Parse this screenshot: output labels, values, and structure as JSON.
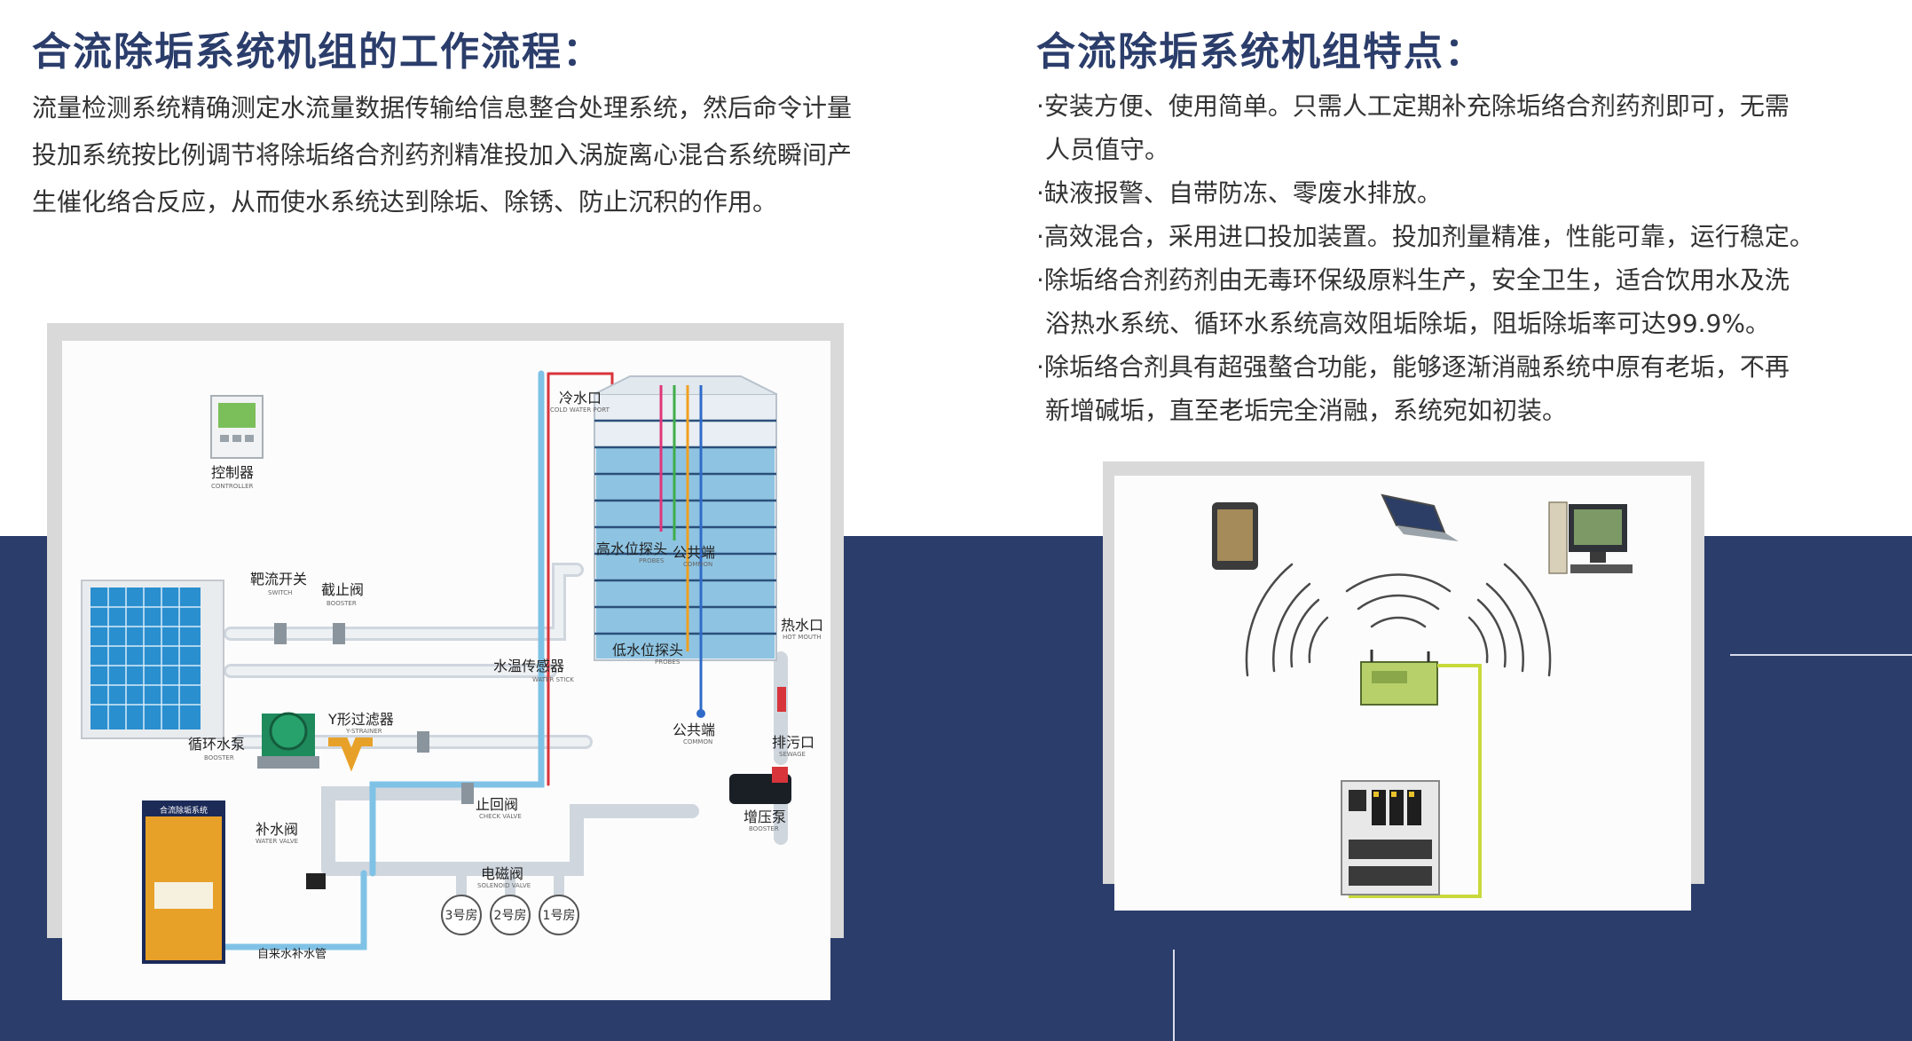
{
  "left": {
    "title": "合流除垢系统机组的工作流程：",
    "paragraph": [
      "流量检测系统精确测定水流量数据传输给信息整合处理系统，然后命令计量",
      "投加系统按比例调节将除垢络合剂药剂精准投加入涡旋离心混合系统瞬间产",
      "生催化络合反应，从而使水系统达到除垢、除锈、防止沉积的作用。"
    ]
  },
  "right": {
    "title": "合流除垢系统机组特点：",
    "features": [
      "·安装方便、使用简单。只需人工定期补充除垢络合剂药剂即可，无需",
      "人员值守。",
      "·缺液报警、自带防冻、零废水排放。",
      "·高效混合，采用进口投加装置。投加剂量精准，性能可靠，运行稳定。",
      "·除垢络合剂药剂由无毒环保级原料生产，安全卫生，适合饮用水及洗",
      "浴热水系统、循环水系统高效阻垢除垢，阻垢除垢率可达99.9%。",
      "·除垢络合剂具有超强螯合功能，能够逐渐消融系统中原有老垢，不再",
      "新增碱垢，直至老垢完全消融，系统宛如初装。"
    ]
  },
  "diagram": {
    "controller": "控制器",
    "controller_en": "CONTROLLER",
    "flow_switch": "靶流开关",
    "flow_switch_en": "SWITCH",
    "stop_valve": "截止阀",
    "stop_valve_en": "BOOSTER",
    "cold_water": "冷水口",
    "cold_water_en": "COLD WATER PORT",
    "high_probe": "高水位探头",
    "probe_en": "PROBES",
    "common": "公共端",
    "common_en": "COMMON",
    "low_probe": "低水位探头",
    "temp_sensor": "水温传感器",
    "temp_sensor_en": "WATER STICK",
    "hot_water": "热水口",
    "hot_water_en": "HOT MOUTH",
    "sewage": "排污口",
    "sewage_en": "SEWAGE",
    "circ_pump": "循环水泵",
    "circ_pump_en": "BOOSTER",
    "y_strainer": "Y形过滤器",
    "y_strainer_en": "Y-STRAINER",
    "check_valve": "止回阀",
    "check_valve_en": "CHECK VALVE",
    "boost_pump": "增压泵",
    "boost_pump_en": "BOOSTER",
    "makeup_valve": "补水阀",
    "makeup_valve_en": "WATER VALVE",
    "solenoid": "电磁阀",
    "solenoid_en": "SOLENOID VALVE",
    "rooms": [
      "3号房",
      "2号房",
      "1号房"
    ],
    "tap_pipe": "自来水补水管",
    "unit_label": "合流除垢系统"
  }
}
